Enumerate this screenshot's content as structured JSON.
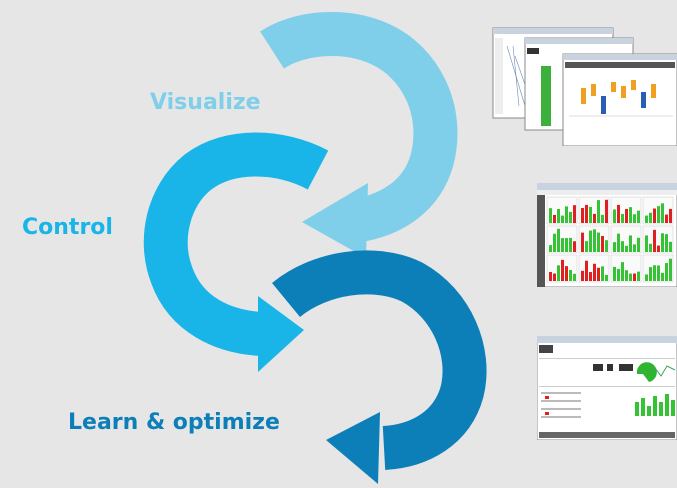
{
  "labels": {
    "visualize": "Visualize",
    "control": "Control",
    "learn": "Learn & optimize"
  },
  "colors": {
    "background": "#e6e6e6",
    "visualize": "#7fcfea",
    "control": "#1ab5e8",
    "learn": "#0d7fb8",
    "green_bar": "#35c335",
    "red_bar": "#e02020"
  },
  "icons": [
    "circular-arrow-visualize",
    "circular-arrow-control",
    "circular-arrow-learn"
  ]
}
